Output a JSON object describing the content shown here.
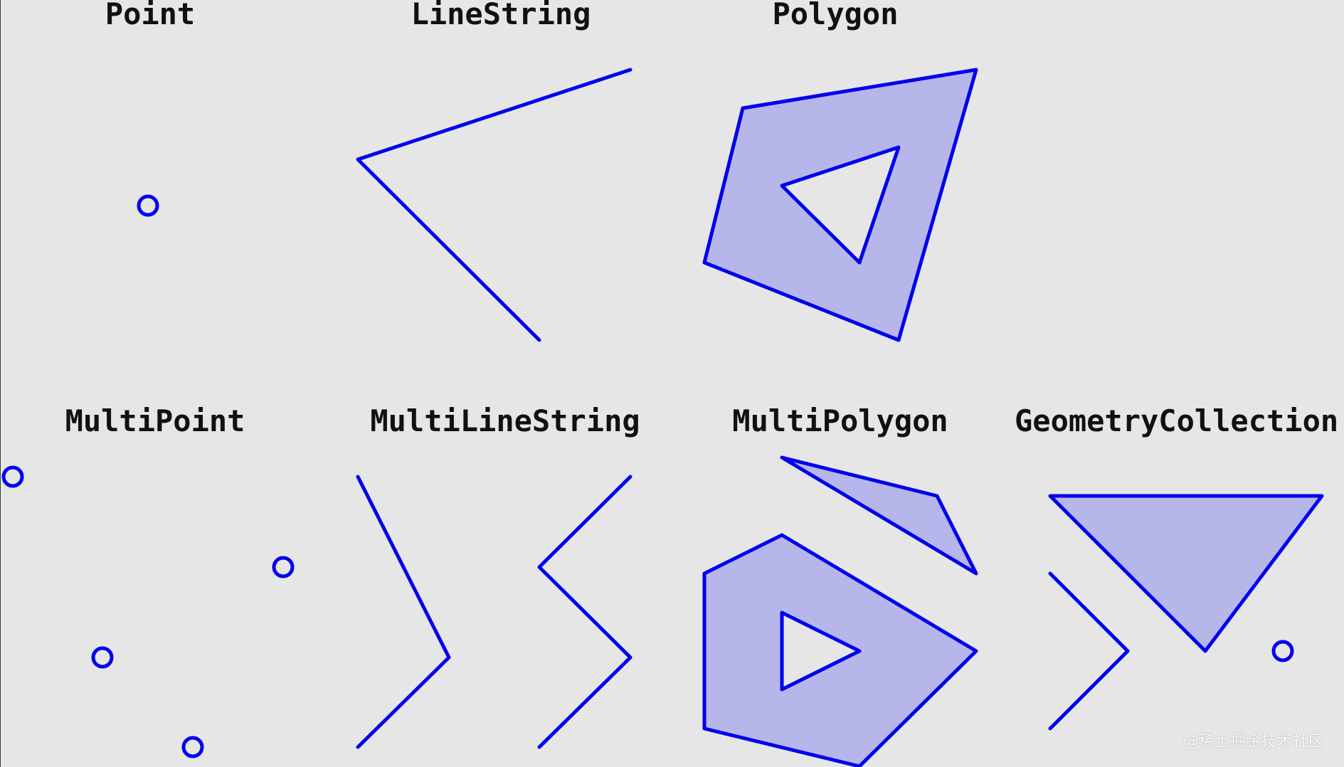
{
  "colors": {
    "background": "#e6e6e6",
    "stroke": "#0000ee",
    "fill": "#b6b6ea",
    "title": "#111111"
  },
  "panels": [
    {
      "key": "point",
      "title": "Point"
    },
    {
      "key": "linestring",
      "title": "LineString"
    },
    {
      "key": "polygon",
      "title": "Polygon"
    },
    {
      "key": "multipoint",
      "title": "MultiPoint"
    },
    {
      "key": "multilinestring",
      "title": "MultiLineString"
    },
    {
      "key": "multipolygon",
      "title": "MultiPolygon"
    },
    {
      "key": "geometrycollection",
      "title": "GeometryCollection"
    }
  ],
  "watermark": "@稀土掘金技术社区"
}
